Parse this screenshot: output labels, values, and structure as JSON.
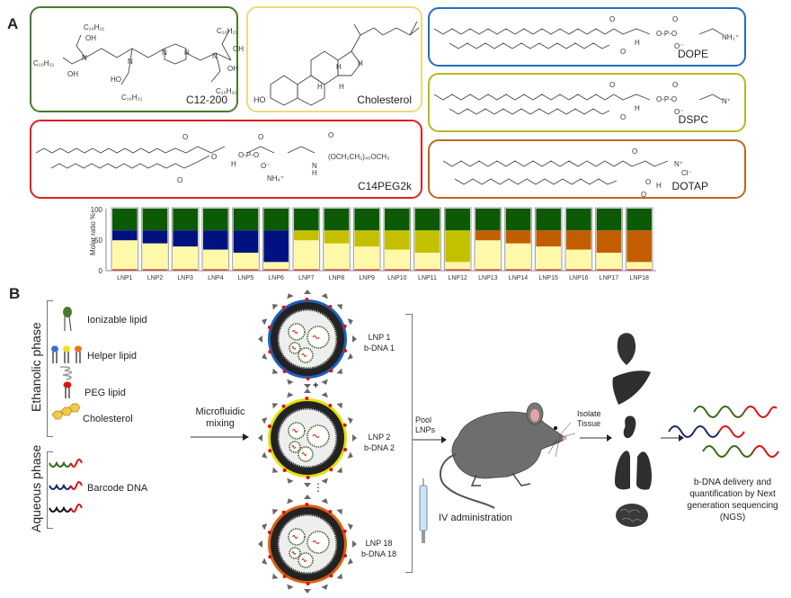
{
  "panelA": {
    "letter": "A",
    "lipids": {
      "ionizable": {
        "name": "C12-200",
        "color": "#4a7a2a",
        "groups": [
          "C10H21",
          "OH",
          "N",
          "HO"
        ]
      },
      "cholesterol": {
        "name": "Cholesterol",
        "color": "#f5d77a",
        "groups": [
          "HO",
          "H"
        ]
      },
      "peg": {
        "name": "C14PEG2k",
        "color": "#e02020",
        "groups": [
          "O",
          "P",
          "O-",
          "NH4+",
          "N",
          "H",
          "(OCH2CH2)45OCH3"
        ]
      },
      "dope": {
        "name": "DOPE",
        "color": "#1e6fc0",
        "groups": [
          "O",
          "P",
          "O-",
          "NH3+"
        ]
      },
      "dspc": {
        "name": "DSPC",
        "color": "#b8b820",
        "groups": [
          "O",
          "P",
          "O-",
          "N+"
        ]
      },
      "dotap": {
        "name": "DOTAP",
        "color": "#c0661a",
        "groups": [
          "O",
          "N+",
          "Cl-",
          "H"
        ]
      }
    }
  },
  "chart_data": {
    "type": "bar",
    "stacked": true,
    "title": "",
    "xlabel": "",
    "ylabel": "Molar ratio %",
    "ylim": [
      0,
      100
    ],
    "yticks": [
      "0",
      "50",
      "100"
    ],
    "categories": [
      "LNP1",
      "LNP2",
      "LNP3",
      "LNP4",
      "LNP5",
      "LNP6",
      "LNP7",
      "LNP8",
      "LNP9",
      "LNP10",
      "LNP11",
      "LNP12",
      "LNP13",
      "LNP14",
      "LNP15",
      "LNP16",
      "LNP17",
      "LNP18"
    ],
    "series": [
      {
        "name": "PEG lipid",
        "color": "#e02020",
        "values": [
          2.5,
          2.5,
          2.5,
          2.5,
          2.5,
          2.5,
          2.5,
          2.5,
          2.5,
          2.5,
          2.5,
          2.5,
          2.5,
          2.5,
          2.5,
          2.5,
          2.5,
          2.5
        ]
      },
      {
        "name": "Cholesterol",
        "color": "#fdf9a8",
        "values": [
          46.5,
          41.5,
          36.5,
          31.5,
          26.5,
          11.5,
          46.5,
          41.5,
          36.5,
          31.5,
          26.5,
          11.5,
          46.5,
          41.5,
          36.5,
          31.5,
          26.5,
          11.5
        ]
      },
      {
        "name": "DOPE",
        "color": "#00127f",
        "values": [
          16,
          21,
          26,
          31,
          36,
          51,
          0,
          0,
          0,
          0,
          0,
          0,
          0,
          0,
          0,
          0,
          0,
          0
        ]
      },
      {
        "name": "DSPC",
        "color": "#c4c000",
        "values": [
          0,
          0,
          0,
          0,
          0,
          0,
          16,
          21,
          26,
          31,
          36,
          51,
          0,
          0,
          0,
          0,
          0,
          0
        ]
      },
      {
        "name": "DOTAP",
        "color": "#c25e00",
        "values": [
          0,
          0,
          0,
          0,
          0,
          0,
          0,
          0,
          0,
          0,
          0,
          0,
          16,
          21,
          26,
          31,
          36,
          51
        ]
      },
      {
        "name": "C12-200",
        "color": "#0c5a06",
        "values": [
          35,
          35,
          35,
          35,
          35,
          35,
          35,
          35,
          35,
          35,
          35,
          35,
          35,
          35,
          35,
          35,
          35,
          35
        ]
      }
    ],
    "grid": false,
    "legend": "none"
  },
  "panelB": {
    "letter": "B",
    "ethanolic_phase": "Ethanolic phase",
    "aqueous_phase": "Aqueous phase",
    "components": {
      "ionizable": "Ionizable lipid",
      "helper": "Helper lipid",
      "peg": "PEG lipid",
      "cholesterol": "Cholesterol",
      "barcode": "Barcode DNA"
    },
    "mixing": "Microfluidic mixing",
    "mixing_line1": "Microfluidic",
    "mixing_line2": "mixing",
    "lnps": [
      {
        "line1": "LNP 1",
        "line2": "b-DNA 1",
        "shell": "#1e5fc0"
      },
      {
        "line1": "LNP 2",
        "line2": "b-DNA 2",
        "shell": "#e8e000"
      },
      {
        "line1": "LNP 18",
        "line2": "b-DNA 18",
        "shell": "#e06010"
      }
    ],
    "plus": "+",
    "ellipsis": "⋮",
    "pool_line1": "Pool",
    "pool_line2": "LNPs",
    "iv": "IV administration",
    "isolate_line1": "Isolate",
    "isolate_line2": "Tissue",
    "organs": [
      "heart-icon",
      "liver-icon",
      "spleen-icon",
      "lung-icon",
      "brain-icon"
    ],
    "result_line1": "b-DNA delivery and",
    "result_line2": "quantification by Next",
    "result_line3": "generation sequencing",
    "result_line4": "(NGS)"
  }
}
